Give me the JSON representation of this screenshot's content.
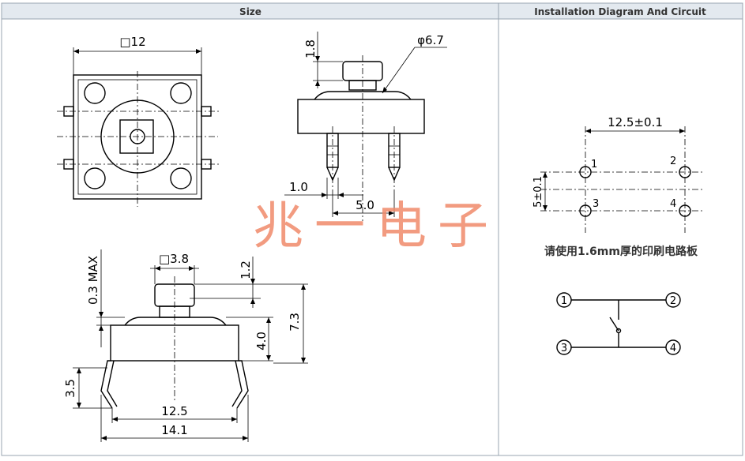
{
  "headers": {
    "size": "Size",
    "install": "Installation Diagram And Circuit"
  },
  "top_view": {
    "square": "□12"
  },
  "side_view": {
    "dia": "φ6.7",
    "d18": "1.8",
    "d10": "1.0",
    "d50": "5.0"
  },
  "watermark": "兆一电子",
  "front_view": {
    "sq38": "□3.8",
    "max03": "0.3 MAX",
    "d12": "1.2",
    "d73": "7.3",
    "d40": "4.0",
    "d35": "3.5",
    "d125": "12.5",
    "d141": "14.1"
  },
  "install": {
    "width": "12.5±0.1",
    "height": "5±0.1",
    "p1": "1",
    "p2": "2",
    "p3": "3",
    "p4": "4",
    "note": "请使用1.6mm厚的印刷电路板"
  },
  "circuit": {
    "c1": "1",
    "c2": "2",
    "c3": "3",
    "c4": "4"
  }
}
